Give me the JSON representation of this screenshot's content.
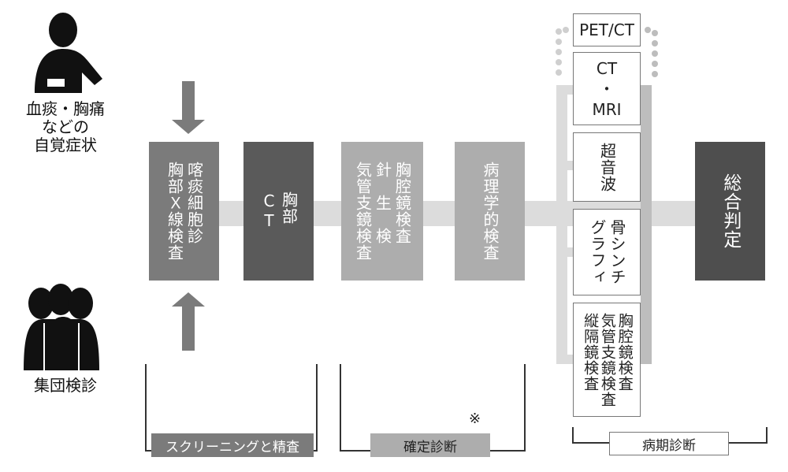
{
  "symptoms_label": "血痰・胸痛\nなどの\n自覚症状",
  "group_label": "集団検診",
  "steps": {
    "screening": "喀痰細胞診\n胸部Ｘ線検査",
    "chest_ct": "胸部\nCT",
    "diagnosis_tests": "胸腔鏡検査\n針　生　検\n気管支鏡検査",
    "pathology": "病理学的検査",
    "overall": "総合判定"
  },
  "staging_tests": {
    "pet_ct": "PET/CT",
    "ct_mri": "CT\n・\nMRI",
    "ultrasound": "超音波",
    "bone_scint": "骨シンチ\nグラフィ",
    "scopes": "胸腔鏡検査\n気管支鏡検査\n縦隔鏡検査"
  },
  "phases": {
    "screening": "スクリーニングと精査",
    "definitive": "確定診断",
    "definitive_note": "※",
    "staging": "病期診断"
  },
  "icons": [
    "person-icon",
    "group-icon"
  ],
  "colors": {
    "dark": "#5a5a5a",
    "mid": "#7b7b7b",
    "light": "#adadad",
    "connector": "#d9d9d9",
    "arrow": "#7b7b7b"
  }
}
